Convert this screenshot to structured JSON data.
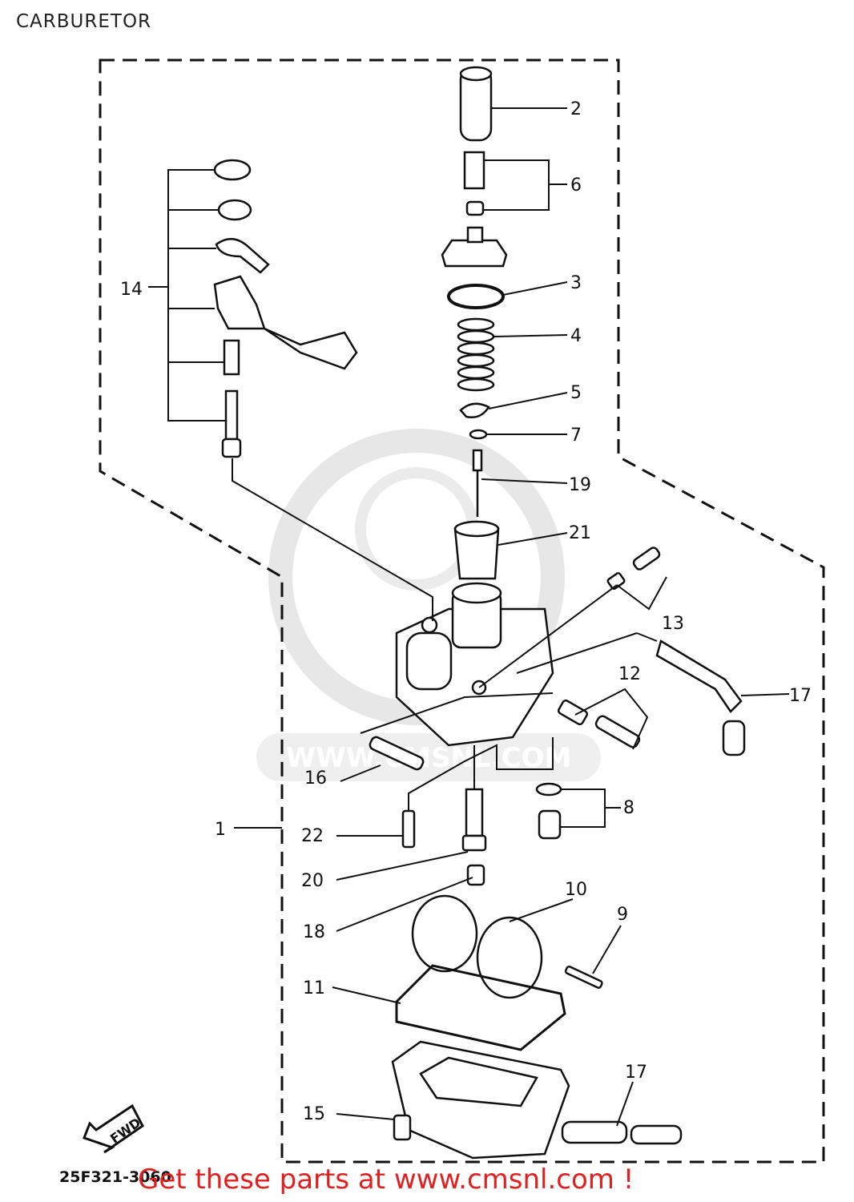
{
  "title": "CARBURETOR",
  "diagram_code": "25F321-3060",
  "footer_link_text": "Get these parts at www.cmsnl.com !",
  "direction_marker": "FWD",
  "watermark_text": "WWW.CMSNL.COM",
  "part_labels": {
    "p1": "1",
    "p2": "2",
    "p3": "3",
    "p4": "4",
    "p5": "5",
    "p6": "6",
    "p7": "7",
    "p8": "8",
    "p9": "9",
    "p10": "10",
    "p11": "11",
    "p12": "12",
    "p13": "13",
    "p14": "14",
    "p15": "15",
    "p16": "16",
    "p17a": "17",
    "p17b": "17",
    "p18": "18",
    "p19": "19",
    "p20": "20",
    "p21": "21",
    "p22": "22"
  },
  "colors": {
    "footer_link": "#e02020",
    "lines": "#111111",
    "watermark": "#dcdcdc"
  }
}
